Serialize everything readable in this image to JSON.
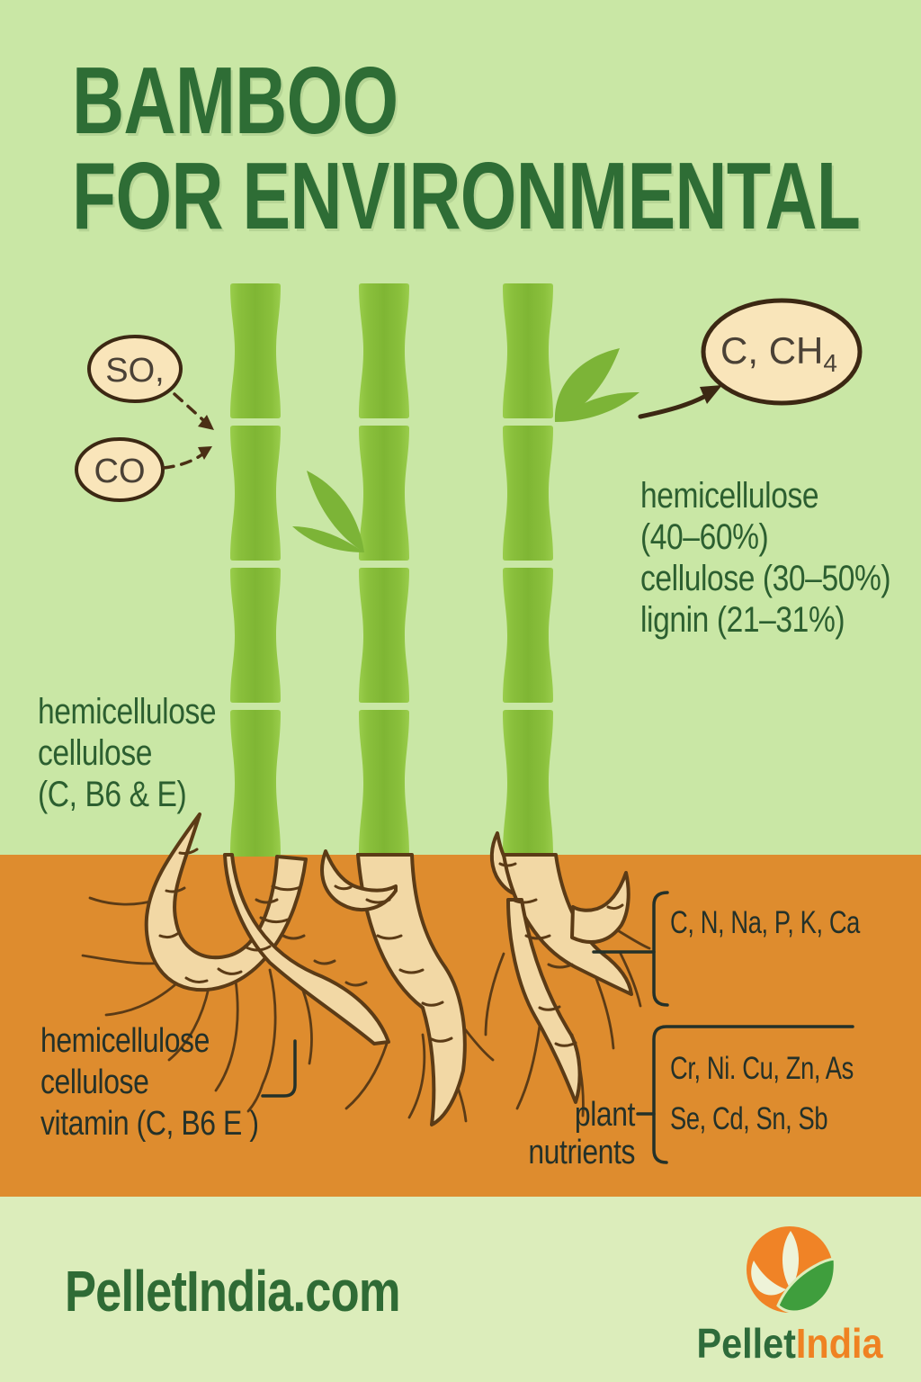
{
  "title": {
    "line1": "BAMBOO",
    "line2": "FOR ENVIRONMENTAL"
  },
  "bubbles": {
    "so": "SO,",
    "co": "CO",
    "methane_main": "C, CH",
    "methane_sub": "4"
  },
  "stem_labels": {
    "right": [
      "hemicellulose",
      "(40–60%)",
      "cellulose (30–50%)",
      "lignin (21–31%)"
    ],
    "left": [
      "hemicellulose",
      "cellulose",
      "(C, B6 & E)"
    ]
  },
  "soil_labels": {
    "left": [
      "hemicellulose",
      "cellulose",
      "vitamin (C, B6 E )"
    ],
    "macro_elements": "C, N, Na, P, K, Ca",
    "micro_line1": "Cr, Ni. Cu, Zn, As",
    "micro_line2": "Se, Cd, Sn, Sb",
    "plant_nutrients_line1": "plant",
    "plant_nutrients_line2": "nutrients"
  },
  "footer": {
    "website": "PelletIndia.com",
    "logo_word_1": "Pellet",
    "logo_word_2": "India"
  },
  "colors": {
    "sky_green": "#c9e7a5",
    "footer_green": "#dcedbb",
    "soil_orange": "#de8c2e",
    "bamboo_green": "#8cc63e",
    "leaf_green": "#7cb437",
    "title_green": "#2e6d35",
    "body_text_green": "#2c5f30",
    "soil_text_dark": "#243129",
    "bubble_cream": "#f9e5ba",
    "bubble_outline": "#3c2813",
    "root_cream": "#f2d8a5",
    "root_outline": "#5b3b16",
    "logo_orange": "#f08326",
    "logo_leaf_green": "#3f9e3d"
  }
}
